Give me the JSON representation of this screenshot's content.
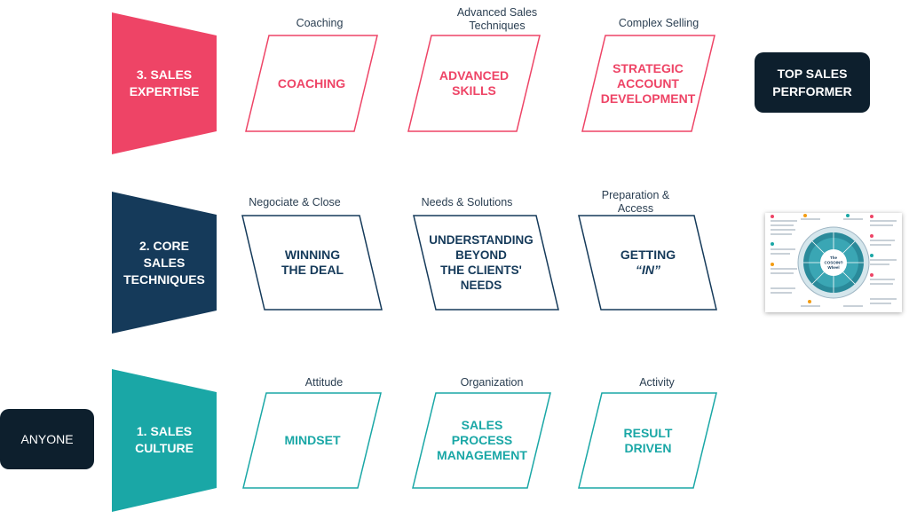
{
  "colors": {
    "expertise": "#ee4466",
    "core": "#153a5a",
    "culture": "#1aa7a6",
    "dark_badge": "#0d1f2d",
    "top_label_text": "#2b3f52"
  },
  "tiers": [
    {
      "name": "3. SALES\nEXPERTISE",
      "items": [
        {
          "top": "Coaching",
          "label": "COACHING"
        },
        {
          "top": "Advanced Sales\nTechniques",
          "label": "ADVANCED\nSKILLS"
        },
        {
          "top": "Complex Selling",
          "label": "STRATEGIC\nACCOUNT\nDEVELOPMENT"
        }
      ]
    },
    {
      "name": "2. CORE\nSALES\nTECHNIQUES",
      "items": [
        {
          "top": "Negociate & Close",
          "label": "WINNING\nTHE DEAL"
        },
        {
          "top": "Needs & Solutions",
          "label": "UNDERSTANDING\nBEYOND\nTHE CLIENTS'\nNEEDS"
        },
        {
          "top": "Preparation &\nAccess",
          "label": "GETTING",
          "label_emph": "“IN”"
        }
      ]
    },
    {
      "name": "1. SALES\nCULTURE",
      "items": [
        {
          "top": "Attitude",
          "label": "MINDSET"
        },
        {
          "top": "Organization",
          "label": "SALES\nPROCESS\nMANAGEMENT"
        },
        {
          "top": "Activity",
          "label": "RESULT\nDRIVEN"
        }
      ]
    }
  ],
  "badges": {
    "top": "TOP SALES\nPERFORMER",
    "bottom": "ANYONE"
  },
  "wheel": {
    "center_label": "The\nCOSOIN®\nWheel",
    "icon": "sales-wheel-thumbnail"
  }
}
